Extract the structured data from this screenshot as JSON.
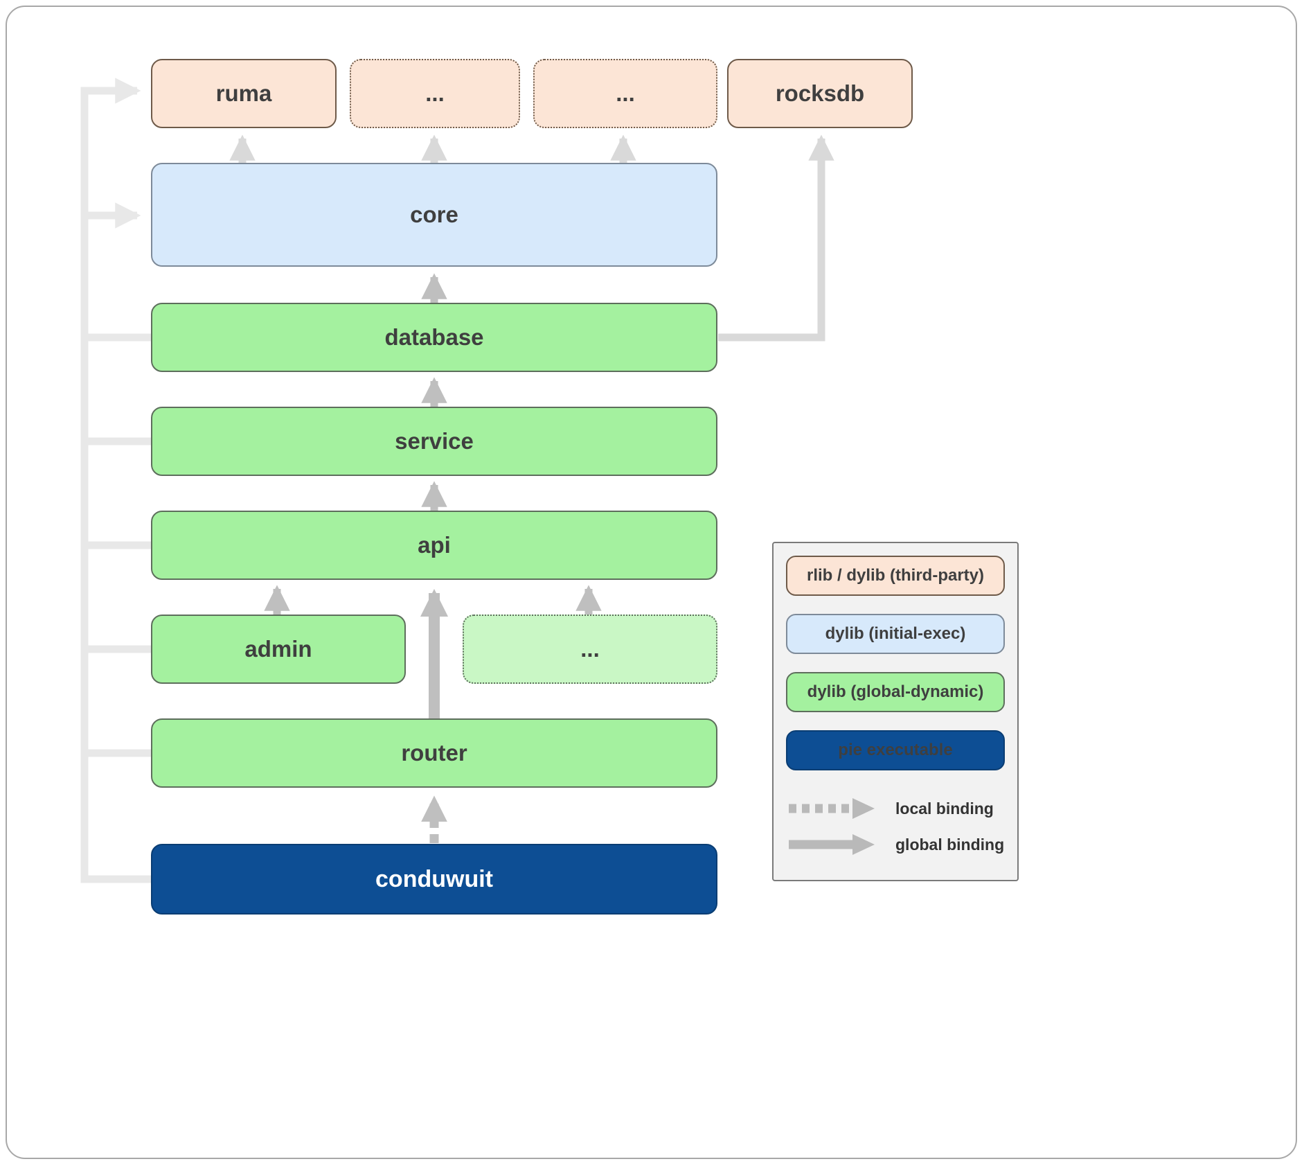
{
  "diagram": {
    "nodes": {
      "ruma": {
        "label": "ruma",
        "type": "third_party"
      },
      "dots_top_1": {
        "label": "...",
        "type": "third_party"
      },
      "dots_top_2": {
        "label": "...",
        "type": "third_party"
      },
      "rocksdb": {
        "label": "rocksdb",
        "type": "third_party"
      },
      "core": {
        "label": "core",
        "type": "initial_exec"
      },
      "database": {
        "label": "database",
        "type": "global_dynamic"
      },
      "service": {
        "label": "service",
        "type": "global_dynamic"
      },
      "api": {
        "label": "api",
        "type": "global_dynamic"
      },
      "admin": {
        "label": "admin",
        "type": "global_dynamic"
      },
      "dots_mid": {
        "label": "...",
        "type": "global_dynamic"
      },
      "router": {
        "label": "router",
        "type": "global_dynamic"
      },
      "conduwuit": {
        "label": "conduwuit",
        "type": "pie_executable"
      }
    },
    "colors": {
      "third_party": "#fce5d6",
      "initial_exec": "#d7e9fb",
      "global_dynamic": "#a4f19f",
      "global_dynamic_light": "#c9f7c5",
      "pie_executable": "#0d4e94",
      "arrow_mid": "#bfbfbf",
      "arrow_lightmid": "#d9d9d9",
      "arrow_light": "#e8e8e8"
    }
  },
  "legend": {
    "items": [
      {
        "label": "rlib / dylib (third-party)"
      },
      {
        "label": "dylib (initial-exec)"
      },
      {
        "label": "dylib (global-dynamic)"
      },
      {
        "label": "pie executable"
      }
    ],
    "bindings": [
      {
        "label": "local binding",
        "style": "dashed"
      },
      {
        "label": "global binding",
        "style": "solid"
      }
    ]
  }
}
